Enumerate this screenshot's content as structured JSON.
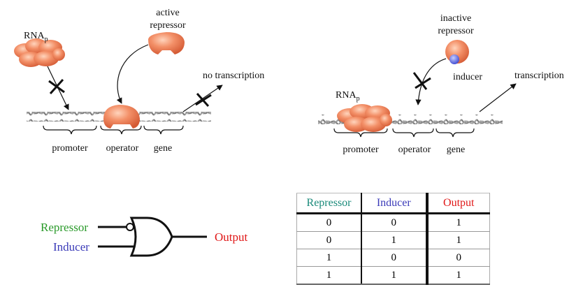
{
  "colors": {
    "protein": "#f08a60",
    "protein_dark": "#c8502c",
    "inducer": "#5a66e0",
    "repressor_text": "#2a9a2a",
    "inducer_text": "#3a3ab8",
    "output_text": "#e01818",
    "table_repressor": "#1a8a7a",
    "table_inducer": "#3a3ab8",
    "table_output": "#e01818"
  },
  "left_panel": {
    "rnap_label": "RNA",
    "rnap_sub": "p",
    "repressor_label_line1": "active",
    "repressor_label_line2": "repressor",
    "outcome_label": "no transcription",
    "region_promoter": "promoter",
    "region_operator": "operator",
    "region_gene": "gene"
  },
  "right_panel": {
    "repressor_label_line1": "inactive",
    "repressor_label_line2": "repressor",
    "inducer_label": "inducer",
    "outcome_label": "transcription",
    "rnap_label": "RNA",
    "rnap_sub": "p",
    "region_promoter": "promoter",
    "region_operator": "operator",
    "region_gene": "gene"
  },
  "gate": {
    "input1": "Repressor",
    "input2": "Inducer",
    "output": "Output"
  },
  "truth_table": {
    "headers": [
      "Repressor",
      "Inducer",
      "Output"
    ],
    "rows": [
      [
        "0",
        "0",
        "1"
      ],
      [
        "0",
        "1",
        "1"
      ],
      [
        "1",
        "0",
        "0"
      ],
      [
        "1",
        "1",
        "1"
      ]
    ]
  }
}
